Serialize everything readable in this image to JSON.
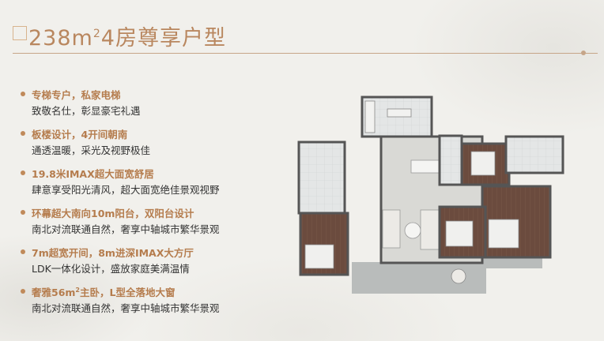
{
  "header": {
    "logo_text": "",
    "title_main": "238m",
    "title_sup": "2",
    "title_rest": "4房尊享户型"
  },
  "features": [
    {
      "title": "专梯专户，私家电梯",
      "desc": "致敬名仕，彰显豪宅礼遇"
    },
    {
      "title": "板楼设计，4开间朝南",
      "desc": "通透温暖，采光及视野极佳"
    },
    {
      "title": "19.8米IMAX超大面宽舒居",
      "desc": "肆意享受阳光清风，超大面宽绝佳景观视野"
    },
    {
      "title": "环幕超大南向10m阳台，双阳台设计",
      "desc": "南北对流联通自然，奢享中轴城市繁华景观"
    },
    {
      "title": "7m超宽开间，8m进深IMAX大方厅",
      "desc": "LDK一体化设计，盛放家庭美满温情"
    },
    {
      "title_pre": "奢雅56m",
      "title_sup": "2",
      "title_post": "主卧，L型全落地大窗",
      "desc": "南北对流联通自然，奢享中轴城市繁华景观"
    }
  ],
  "colors": {
    "accent": "#b9875f",
    "feature_title": "#b57c4d",
    "wood_floor": "#6b4b3e",
    "living_floor": "#d9d9d5"
  }
}
